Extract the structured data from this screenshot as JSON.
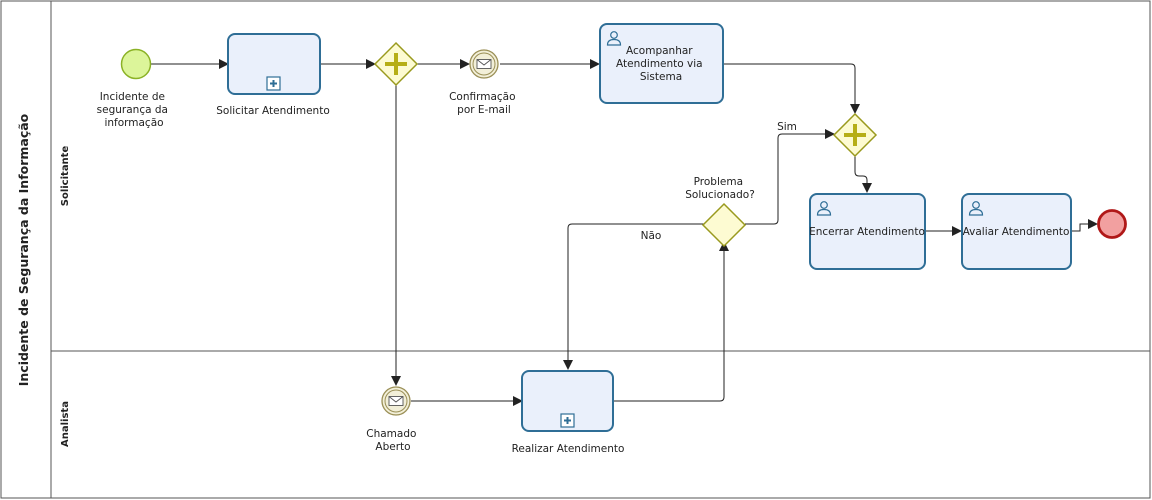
{
  "pool": {
    "title": "Incidente de Segurança da Informação"
  },
  "lanes": [
    {
      "id": "solicitante",
      "label": "Solicitante"
    },
    {
      "id": "analista",
      "label": "Analista"
    }
  ],
  "events": {
    "start": {
      "label_lines": [
        "Incidente de",
        "segurança da",
        "informação"
      ]
    },
    "email": {
      "label_lines": [
        "Confirmação",
        "por E-mail"
      ]
    },
    "chamado": {
      "label_lines": [
        "Chamado",
        "Aberto"
      ]
    },
    "end": {
      "label_lines": []
    }
  },
  "tasks": {
    "solicitar": {
      "label_lines": [
        "Solicitar Atendimento"
      ]
    },
    "acompanhar": {
      "label_lines": [
        "Acompanhar",
        "Atendimento via",
        "Sistema"
      ]
    },
    "encerrar": {
      "label_lines": [
        "Encerrar Atendimento"
      ]
    },
    "avaliar": {
      "label_lines": [
        "Avaliar Atendimento"
      ]
    },
    "realizar": {
      "label_lines": [
        "Realizar Atendimento"
      ]
    }
  },
  "gateways": {
    "decision": {
      "label_lines": [
        "Problema",
        "Solucionado?"
      ]
    }
  },
  "flows": {
    "sim": "Sim",
    "nao": "Não"
  },
  "colors": {
    "task_fill": "#eaf0fb",
    "task_stroke": "#2f6e96",
    "gateway_fill": "#fdfbd2",
    "gateway_stroke": "#9a9a1e",
    "gateway_plus": "#b6ae17",
    "start_fill": "#dcf59a",
    "start_stroke": "#8bb226",
    "end_fill": "#f2a0a0",
    "end_stroke": "#b01818",
    "msg_fill": "#f2efd8",
    "msg_stroke": "#9a8f56",
    "line": "#222222"
  }
}
